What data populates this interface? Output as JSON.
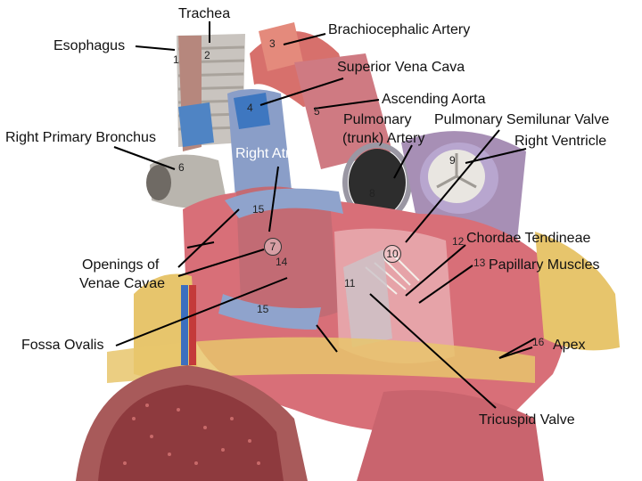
{
  "labels": {
    "trachea": "Trachea",
    "esophagus": "Esophagus",
    "brachiocephalic_artery": "Brachiocephalic Artery",
    "superior_vena_cava": "Superior Vena Cava",
    "ascending_aorta": "Ascending Aorta",
    "pulmonary_trunk_line1": "Pulmonary",
    "pulmonary_trunk_line2": "(trunk) Artery",
    "pulmonary_semilunar_valve": "Pulmonary Semilunar Valve",
    "right_ventricle": "Right Ventricle",
    "right_primary_bronchus": "Right Primary Bronchus",
    "right_atrium": "Right Atrium",
    "openings_line1": "Openings of",
    "openings_line2": "Venae Cavae",
    "fossa_ovalis": "Fossa Ovalis",
    "chordae_tendineae": "Chordae Tendineae",
    "papillary_muscles": "Papillary Muscles",
    "apex": "Apex",
    "tricuspid_valve": "Tricuspid Valve"
  },
  "numbers": {
    "n1": "1",
    "n2": "2",
    "n3": "3",
    "n4": "4",
    "n5": "5",
    "n6": "6",
    "n7": "7",
    "n8": "8",
    "n9": "9",
    "n10": "10",
    "n11": "11",
    "n12": "12",
    "n13": "13",
    "n14": "14",
    "n15a": "15",
    "n15b": "15",
    "n16": "16"
  },
  "colors": {
    "muscle": "#d9707a",
    "vessel_blue": "#6a8fc8",
    "fat_yellow": "#e8c76a",
    "trachea_gray": "#c8c8c8",
    "lung": "#9a3b3b",
    "leader_line": "#000000"
  }
}
